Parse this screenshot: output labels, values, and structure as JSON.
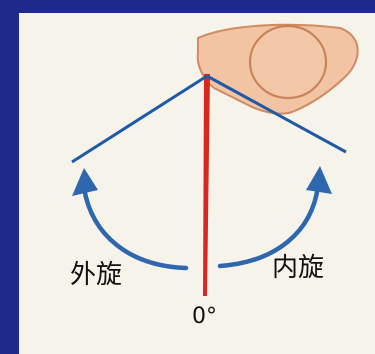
{
  "labels": {
    "external_rotation": "外旋",
    "internal_rotation": "内旋",
    "neutral": "0°"
  },
  "colors": {
    "background_border": "#1d2a8c",
    "panel": "#f6f3ea",
    "limb_fill": "#f2c4a3",
    "limb_stroke": "#d08a64",
    "axis_line": "#d6281c",
    "arm_line": "#1f5aa6",
    "arrow": "#2e67ad"
  },
  "icons": {
    "left_arrow": "curved-arrow-up-left-icon",
    "right_arrow": "curved-arrow-up-right-icon"
  }
}
